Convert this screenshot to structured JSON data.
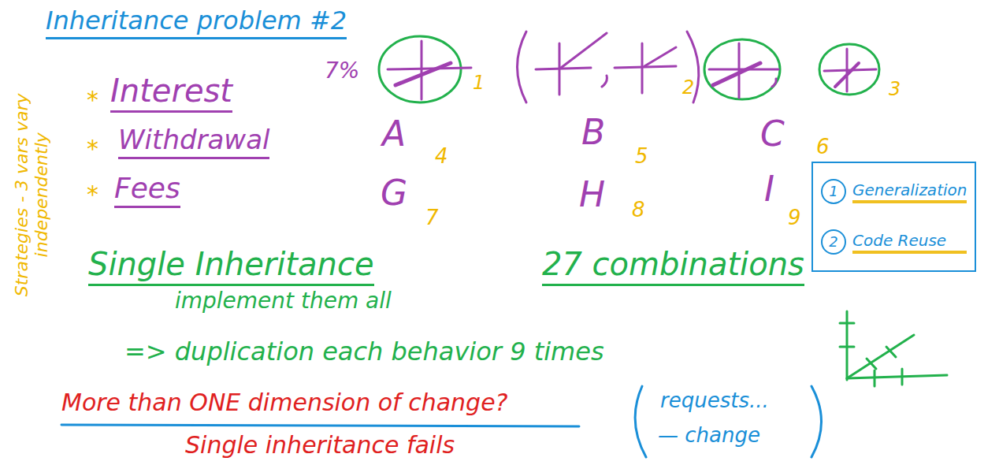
{
  "diagram": {
    "title": "Inheritance problem #2",
    "nodes": [
      {
        "text": [
          "1",
          "Generalization",
          "2",
          "Code Reuse"
        ]
      }
    ],
    "labels": [
      "Strategies - 3 vars vary independently",
      "*",
      "Interest",
      "*",
      "Withdrawal",
      "*",
      "Fees",
      "7%",
      "1",
      "2",
      "3",
      "A",
      "4",
      "B",
      "5",
      "C",
      "6",
      "G",
      "7",
      "H",
      "8",
      "I",
      "9",
      "Single Inheritance",
      "implement them all",
      "27 combinations",
      "=> duplication each behavior 9 times",
      "More than ONE dimension of change?",
      "Single inheritance fails",
      "requests...",
      "— change"
    ]
  }
}
